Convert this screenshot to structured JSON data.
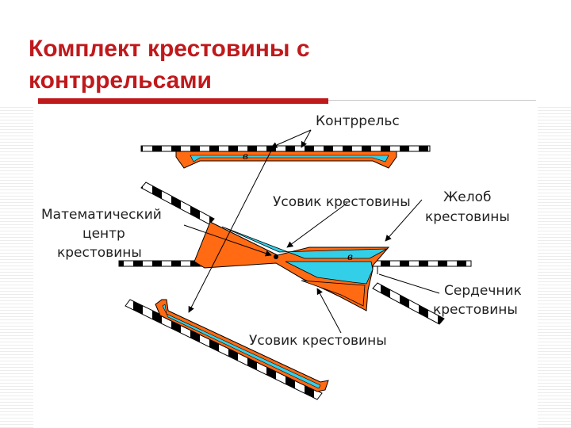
{
  "slide": {
    "title_line1": "Комплект крестовины с",
    "title_line2": "контррельсами"
  },
  "diagram": {
    "labels": {
      "kontrrels": "Контррельс",
      "usovik_top": "Усовик крестовины",
      "zhelob_line1": "Желоб",
      "zhelob_line2": "крестовины",
      "math_line1": "Математический",
      "math_line2": "центр",
      "math_line3": "крестовины",
      "serdechnik_line1": "Сердечник",
      "serdechnik_line2": "крестовины",
      "usovik_bottom": "Усовик крестовины"
    },
    "flange_letter": "в"
  },
  "colors": {
    "title": "#c0191c",
    "rail_orange": "#ff6a13",
    "rail_cyan": "#33cfe8",
    "sleeper": "#000000"
  }
}
